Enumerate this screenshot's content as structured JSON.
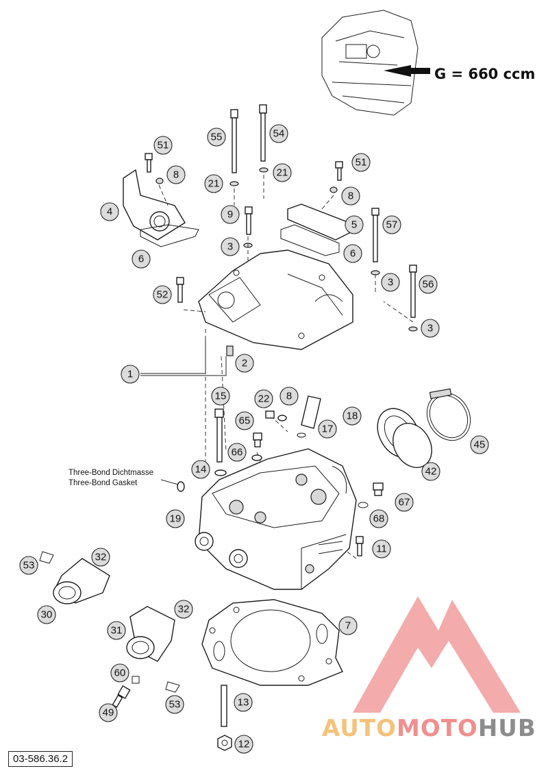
{
  "header": {
    "variant_label": "G = 660 ccm"
  },
  "annotation": {
    "sealant_line1": "Three-Bond Dichtmasse",
    "sealant_line2": "Three-Bond Gasket"
  },
  "footer": {
    "reference_number": "03-586.36.2"
  },
  "watermark": {
    "part1": "AUTO",
    "part2": "MOTO",
    "part3": "HUB"
  },
  "colors": {
    "callout_fill": "#dcdcdc",
    "watermark_yellow": "#f4c27a",
    "watermark_red": "#f08f8f",
    "watermark_grey": "#8c8c8c"
  },
  "callouts": [
    "51",
    "8",
    "4",
    "6",
    "55",
    "54",
    "21",
    "21",
    "51",
    "8",
    "9",
    "5",
    "57",
    "3",
    "6",
    "3",
    "56",
    "52",
    "3",
    "2",
    "1",
    "15",
    "22",
    "8",
    "18",
    "65",
    "17",
    "66",
    "14",
    "45",
    "42",
    "19",
    "67",
    "68",
    "11",
    "53",
    "32",
    "30",
    "32",
    "31",
    "7",
    "60",
    "53",
    "49",
    "13",
    "12"
  ]
}
